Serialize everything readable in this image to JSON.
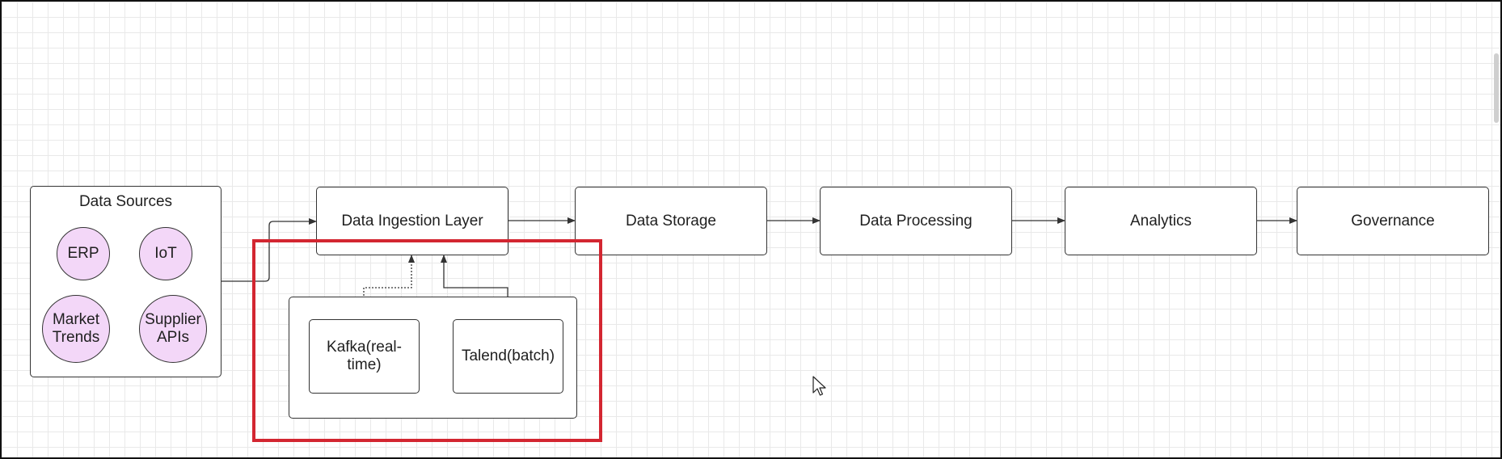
{
  "nodes": {
    "data_sources": {
      "label": "Data Sources",
      "items": [
        "ERP",
        "IoT",
        "Market\nTrends",
        "Supplier\nAPIs"
      ]
    },
    "ingestion": "Data Ingestion Layer",
    "kafka": "Kafka(real-time)",
    "talend": "Talend(batch)",
    "storage": "Data Storage",
    "processing": "Data Processing",
    "analytics": "Analytics",
    "governance": "Governance"
  },
  "colors": {
    "highlight": "#d32631",
    "source_fill": "#f3d7f8",
    "stroke": "#333333"
  },
  "icons": {
    "cursor": "mouse-pointer-icon"
  }
}
